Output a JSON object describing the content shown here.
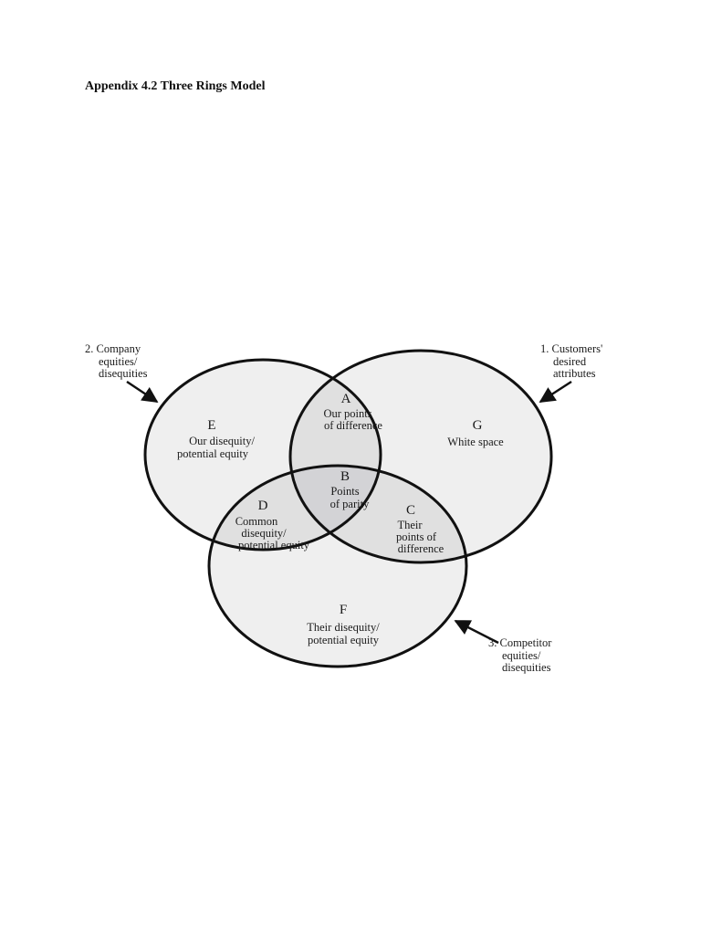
{
  "title": "Appendix 4.2 Three Rings Model",
  "regions": {
    "A": {
      "letter": "A",
      "lines": [
        "Our points",
        "of difference"
      ]
    },
    "B": {
      "letter": "B",
      "lines": [
        "Points",
        "of parity"
      ]
    },
    "C": {
      "letter": "C",
      "lines": [
        "Their",
        "points of",
        "difference"
      ]
    },
    "D": {
      "letter": "D",
      "lines": [
        "Common",
        "disequity/",
        "potential equity"
      ]
    },
    "E": {
      "letter": "E",
      "lines": [
        "Our disequity/",
        "potential equity"
      ]
    },
    "F": {
      "letter": "F",
      "lines": [
        "Their disequity/",
        "potential equity"
      ]
    },
    "G": {
      "letter": "G",
      "lines": [
        "White space"
      ]
    }
  },
  "callouts": {
    "company": [
      "2. Company",
      "equities/",
      "disequities"
    ],
    "customers": [
      "1. Customers'",
      "desired",
      "attributes"
    ],
    "competitor": [
      "3. Competitor",
      "equities/",
      "disequities"
    ]
  },
  "colors": {
    "ring_fill": "#efefef",
    "pair_overlap": "#e0e0e0",
    "triple_overlap": "#d3d3d6",
    "outline": "#111111"
  }
}
